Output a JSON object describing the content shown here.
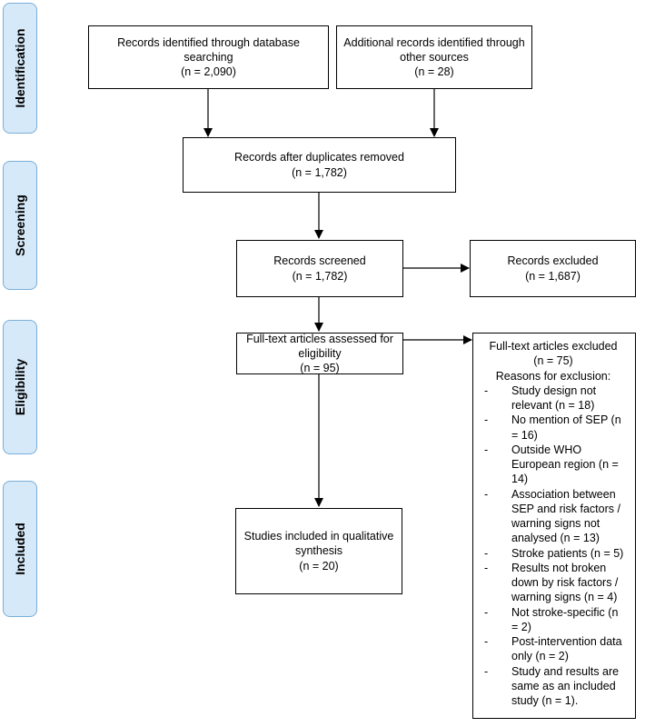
{
  "stages": {
    "identification": "Identification",
    "screening": "Screening",
    "eligibility": "Eligibility",
    "included": "Included"
  },
  "boxes": {
    "database": {
      "line1": "Records identified through database searching",
      "count": "(n = 2,090)"
    },
    "other_sources": {
      "line1": "Additional records identified through other sources",
      "count": "(n = 28)"
    },
    "after_duplicates": {
      "line1": "Records after duplicates removed",
      "count": "(n = 1,782)"
    },
    "screened": {
      "line1": "Records screened",
      "count": "(n = 1,782)"
    },
    "excluded_records": {
      "line1": "Records excluded",
      "count": "(n = 1,687)"
    },
    "fulltext_assessed": {
      "line1": "Full-text articles assessed for eligibility",
      "count": "(n = 95)"
    },
    "included_studies": {
      "line1": "Studies included in qualitative synthesis",
      "count": "(n = 20)"
    },
    "fulltext_excluded": {
      "line1": "Full-text articles excluded",
      "count": "(n = 75)",
      "reasons_title": "Reasons for exclusion:",
      "reasons": [
        "Study design not relevant (n = 18)",
        "No mention of SEP (n = 16)",
        "Outside WHO European region (n = 14)",
        "Association between SEP and risk factors / warning signs not analysed (n = 13)",
        "Stroke patients (n = 5)",
        "Results not broken down by risk factors / warning signs (n = 4)",
        "Not stroke-specific (n = 2)",
        "Post-intervention data only (n = 2)",
        "Study and results are same as an included study (n = 1)."
      ]
    }
  }
}
